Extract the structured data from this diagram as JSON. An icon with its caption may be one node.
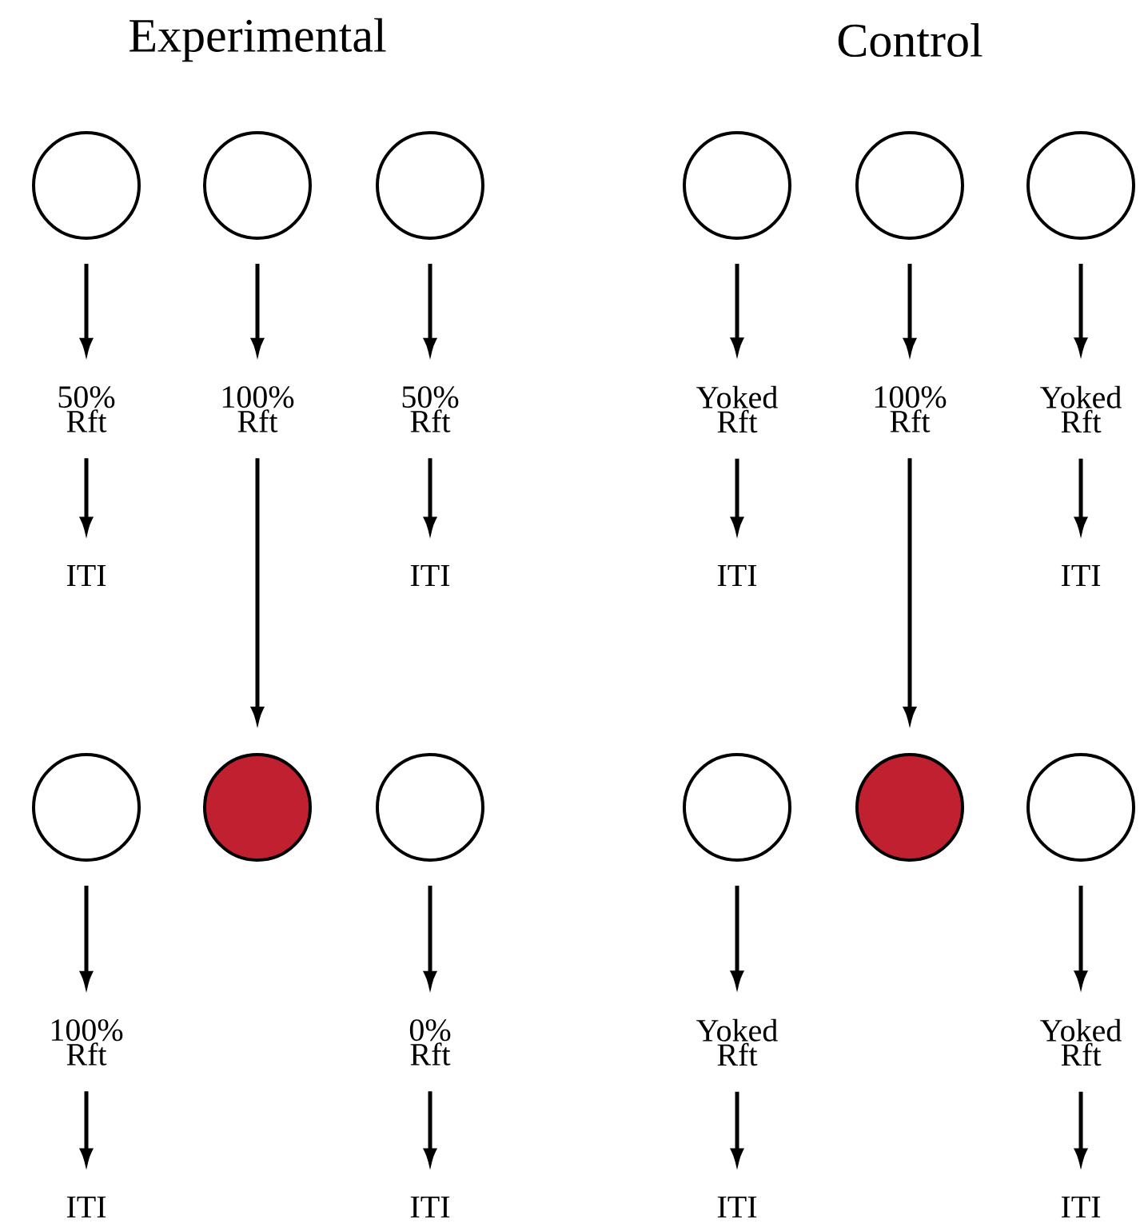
{
  "diagram": {
    "nodes": [
      {
        "text": [],
        "shape": "circle"
      },
      {
        "text": [],
        "shape": "circle"
      },
      {
        "text": [],
        "shape": "circle"
      },
      {
        "text": [],
        "shape": "circle"
      },
      {
        "text": [],
        "shape": "circle"
      },
      {
        "text": [],
        "shape": "circle"
      },
      {
        "text": [
          "50% Rft"
        ]
      },
      {
        "text": [
          "100% Rft"
        ]
      },
      {
        "text": [
          "50% Rft"
        ]
      },
      {
        "text": [
          "Yoked Rft"
        ]
      },
      {
        "text": [
          "100% Rft"
        ]
      },
      {
        "text": [
          "Yoked Rft"
        ]
      },
      {
        "text": [
          "ITI"
        ]
      },
      {
        "text": [
          "ITI"
        ]
      },
      {
        "text": [
          "ITI"
        ]
      },
      {
        "text": [
          "ITI"
        ]
      },
      {
        "text": [],
        "shape": "circle"
      },
      {
        "text": [],
        "shape": "circle"
      },
      {
        "text": [],
        "shape": "circle"
      },
      {
        "text": [],
        "shape": "circle"
      },
      {
        "text": [],
        "shape": "circle"
      },
      {
        "text": [],
        "shape": "circle"
      },
      {
        "text": [
          "100% Rft"
        ]
      },
      {
        "text": [
          "0% Rft"
        ]
      },
      {
        "text": [
          "Yoked Rft"
        ]
      },
      {
        "text": [
          "Yoked Rft"
        ]
      },
      {
        "text": [
          "ITI"
        ]
      },
      {
        "text": [
          "ITI"
        ]
      },
      {
        "text": [
          "ITI"
        ]
      },
      {
        "text": [
          "ITI"
        ]
      }
    ],
    "edges": [
      {
        "from": 0,
        "to": 6,
        "arrow": "to"
      },
      {
        "from": 1,
        "to": 7,
        "arrow": "to"
      },
      {
        "from": 2,
        "to": 8,
        "arrow": "to"
      },
      {
        "from": 3,
        "to": 9,
        "arrow": "to"
      },
      {
        "from": 4,
        "to": 10,
        "arrow": "to"
      },
      {
        "from": 5,
        "to": 11,
        "arrow": "to"
      },
      {
        "from": 6,
        "to": 12,
        "arrow": "to"
      },
      {
        "from": 8,
        "to": 13,
        "arrow": "to"
      },
      {
        "from": 9,
        "to": 14,
        "arrow": "to"
      },
      {
        "from": 11,
        "to": 15,
        "arrow": "to"
      },
      {
        "from": 7,
        "to": 17,
        "arrow": "to"
      },
      {
        "from": 10,
        "to": 20,
        "arrow": "to"
      },
      {
        "from": 16,
        "to": 22,
        "arrow": "to"
      },
      {
        "from": 18,
        "to": 23,
        "arrow": "to"
      },
      {
        "from": 19,
        "to": 24,
        "arrow": "to"
      },
      {
        "from": 21,
        "to": 25,
        "arrow": "to"
      },
      {
        "from": 22,
        "to": 26,
        "arrow": "to"
      },
      {
        "from": 23,
        "to": 27,
        "arrow": "to"
      },
      {
        "from": 24,
        "to": 28,
        "arrow": "to"
      },
      {
        "from": 25,
        "to": 29,
        "arrow": "to"
      }
    ],
    "labels": [
      "Experimental",
      "Control"
    ]
  }
}
